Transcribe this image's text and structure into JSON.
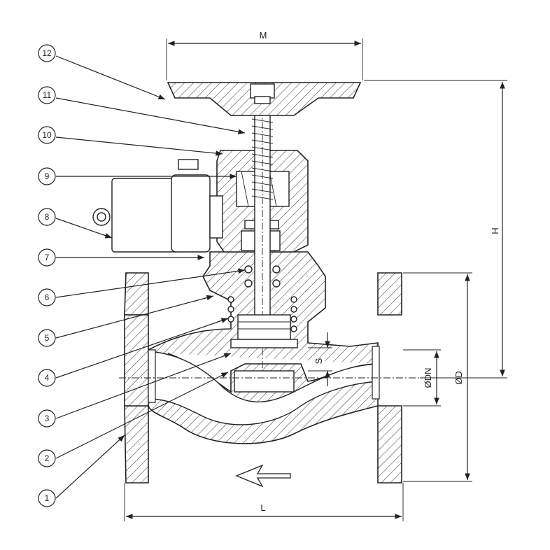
{
  "dimensions": {
    "M": "M",
    "H": "H",
    "L": "L",
    "S": "S",
    "DN": "ØDN",
    "D": "ØD"
  },
  "callouts": [
    "1",
    "2",
    "3",
    "4",
    "5",
    "6",
    "7",
    "8",
    "9",
    "10",
    "11",
    "12"
  ]
}
